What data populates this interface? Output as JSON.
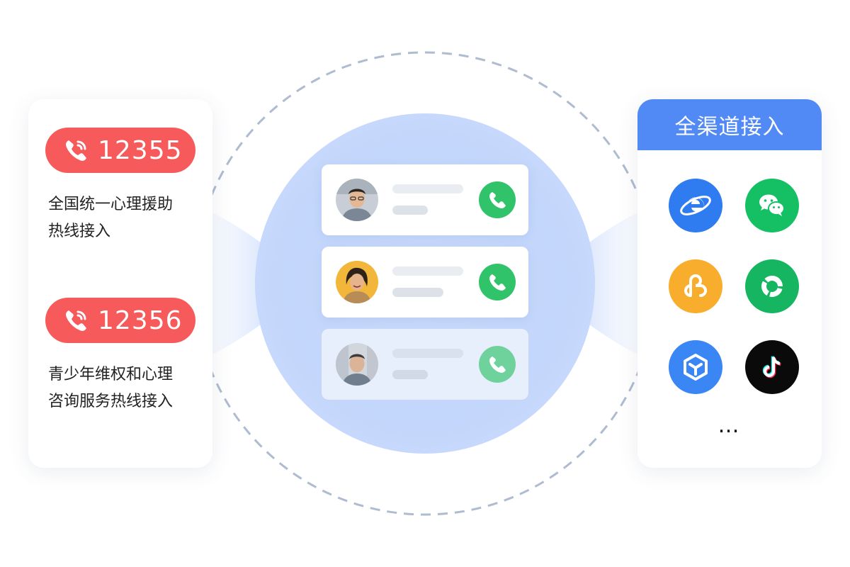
{
  "hotlines": [
    {
      "number": "12355",
      "desc_line1": "全国统一心理援助",
      "desc_line2": "热线接入"
    },
    {
      "number": "12356",
      "desc_line1": "青少年维权和心理",
      "desc_line2": "咨询服务热线接入"
    }
  ],
  "callers": [
    {
      "avatar": "male-avatar-glasses",
      "state": "active"
    },
    {
      "avatar": "female-avatar",
      "state": "active"
    },
    {
      "avatar": "male-avatar",
      "state": "dimmed"
    }
  ],
  "channels_panel": {
    "title": "全渠道接入",
    "channels": [
      {
        "icon": "internet-explorer-icon",
        "color": "#2f7bf0"
      },
      {
        "icon": "wechat-icon",
        "color": "#14c063"
      },
      {
        "icon": "mini-program-icon",
        "color": "#f8ae2c"
      },
      {
        "icon": "refresh-green-icon",
        "color": "#16b561"
      },
      {
        "icon": "cube-icon",
        "color": "#3b86f5"
      },
      {
        "icon": "tiktok-icon",
        "color": "#0a0a0a"
      }
    ],
    "more": "…"
  },
  "colors": {
    "hotline_red": "#f65a5a",
    "call_green": "#31c36a",
    "accent_blue": "#5189f5"
  }
}
